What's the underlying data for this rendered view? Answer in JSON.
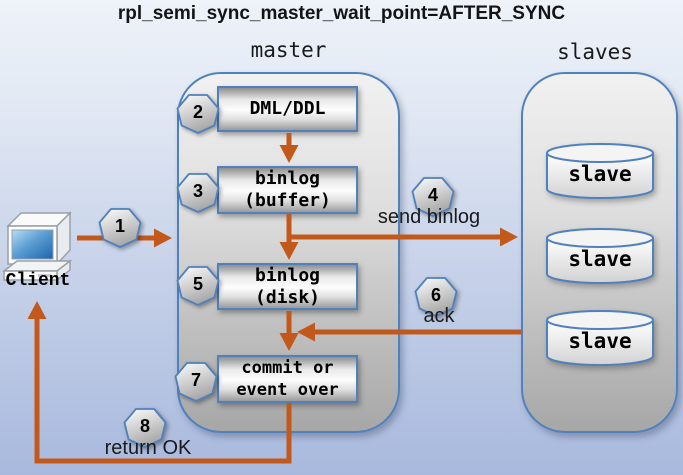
{
  "title": "rpl_semi_sync_master_wait_point=AFTER_SYNC",
  "labels": {
    "master": "master",
    "slaves": "slaves",
    "client": "Client"
  },
  "boxes": {
    "dml": "DML/DDL",
    "binlog_buffer": "binlog\n(buffer)",
    "binlog_disk": "binlog\n(disk)",
    "commit": "commit or\nevent over"
  },
  "slave_nodes": [
    "slave",
    "slave",
    "slave"
  ],
  "steps": [
    "1",
    "2",
    "3",
    "4",
    "5",
    "6",
    "7",
    "8"
  ],
  "edge_labels": {
    "send_binlog": "send binlog",
    "ack": "ack",
    "return_ok": "return OK"
  },
  "icons": {
    "client": "crt-monitor-icon",
    "slave": "database-cylinder-icon",
    "step_badge": "heptagon-badge"
  },
  "colors": {
    "arrow": "#c2591b",
    "shape_border": "#4f81bd",
    "background_top": "#eef2f9",
    "background_bottom": "#a8b9dd"
  }
}
